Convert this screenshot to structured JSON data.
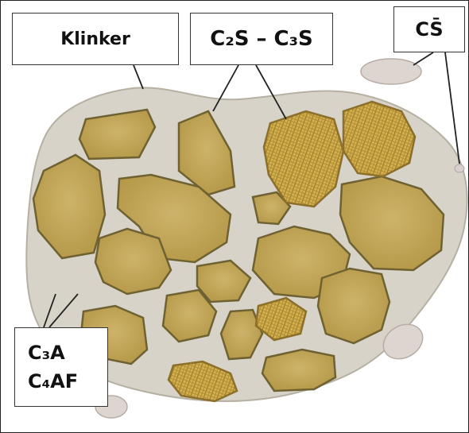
{
  "labels": {
    "klinker": "Klinker",
    "silicates": "C₂S – C₃S",
    "sulfate": "CS̄",
    "aluminate": "C₃A",
    "ferrite": "C₄AF"
  },
  "colors": {
    "matrix": "#d8d3c8",
    "matrix_edge": "#b6b0a3",
    "grain_fill": "#c2a55a",
    "grain_edge": "#6f6232",
    "hatched_fill": "#cfa94a",
    "sulfate_particle": "#ddd6d0",
    "leader_line": "#222222"
  }
}
